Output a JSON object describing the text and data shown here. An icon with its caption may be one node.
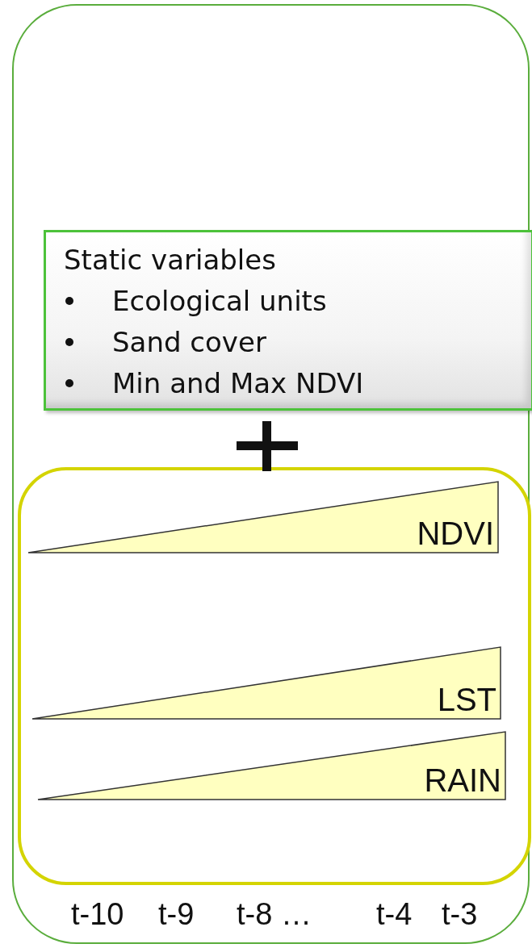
{
  "diagram": {
    "nodes": [
      {
        "text": [],
        "shape": "box"
      },
      {
        "text": [
          "Static variables",
          "Ecological units",
          "Sand cover",
          "Min and Max NDVI"
        ],
        "in": 0
      },
      {
        "text": [],
        "shape": "box",
        "in": 0
      },
      {
        "text": [
          "NDVI"
        ],
        "in": 2
      },
      {
        "text": [
          "LST"
        ],
        "in": 2
      },
      {
        "text": [
          "RAIN"
        ],
        "in": 2
      }
    ],
    "edges": [],
    "labels": [
      "t-10",
      "t-9",
      "t-8 …",
      "t-4",
      "t-3"
    ]
  }
}
